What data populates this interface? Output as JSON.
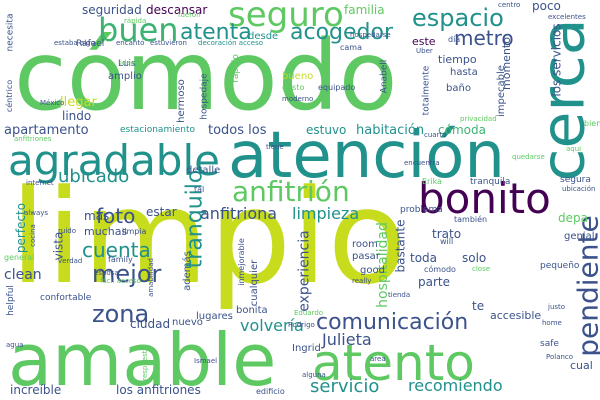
{
  "palette": {
    "background": "#ffffff",
    "yellow_green": "#c8dc1e",
    "light_green": "#5ec962",
    "green": "#3cb371",
    "teal": "#21918c",
    "blue": "#3b528b",
    "indigo": "#414487",
    "purple": "#440154"
  },
  "words": {
    "limpio": "limpio",
    "comodo": "cómodo",
    "atencion": "atención",
    "amable": "amable",
    "atento": "atento",
    "agradable": "agradable",
    "cerca": "cerca",
    "bonito": "bonito",
    "seguro": "seguro",
    "espacio": "espacio",
    "buen": "buen",
    "anfitrion": "anfitrión",
    "atenta": "atenta",
    "acogedor": "acogedor",
    "metro": "metro",
    "ubicado": "ubicado",
    "tranquilo": "tranquilo",
    "pendiente": "pendiente",
    "comunicacion": "comunicación",
    "zona": "zona",
    "mejor": "mejor",
    "cuenta": "cuenta",
    "foto": "foto",
    "anfitriona": "anfitriona",
    "limpieza": "limpieza",
    "servicio": "servicio",
    "recomiendo": "recomiendo",
    "volveria": "volvería",
    "julieta": "Julieta",
    "hospitalidad": "hospitalidad",
    "experiencia": "experiencia",
    "apartamento": "apartamento",
    "habitacion": "habitación",
    "seguridad": "seguridad",
    "descansar": "descansar",
    "familia": "familia",
    "poco": "poco",
    "estuvo": "estuvo",
    "todos_los": "todos los",
    "comoda": "cómoda",
    "llegar": "llegar",
    "lindo": "lindo",
    "amplio": "amplio",
    "bueno": "bueno",
    "hermoso": "hermoso",
    "estacionamiento": "estacionamiento",
    "impecable": "impecable",
    "tiempo": "tiempo",
    "hasta": "hasta",
    "bano": "baño",
    "momento": "momento",
    "los_servicios": "los servicios",
    "este": "este",
    "desde": "desde",
    "luis": "Luis",
    "rafael": "Rafael",
    "mas": "más",
    "muchas": "muchas",
    "estar": "estar",
    "vista": "vista",
    "clean": "clean",
    "perfecto": "perfecto",
    "ciudad": "ciudad",
    "nuevo": "nuevo",
    "lugares": "lugares",
    "bonita": "bonita",
    "los_anfitriones": "los anfitriones",
    "increible": "increíble",
    "confortable": "confortable",
    "trato": "trato",
    "toda": "toda",
    "parte": "parte",
    "solo": "solo",
    "depa": "depa",
    "room": "room",
    "pasar": "pasar",
    "good": "good",
    "genial": "genial",
    "accesible": "accesible",
    "te": "te",
    "cual": "cual",
    "ingrid": "Ingrid",
    "detalle": "detalle",
    "tiene": "tiene",
    "family": "family",
    "bastante": "bastante",
    "erika": "Erika",
    "tranquila": "tranquila",
    "segura": "segura",
    "pequeno": "pequeño",
    "comodo_small": "cómodo",
    "problema": "problema",
    "tambien": "también",
    "cama": "cama",
    "privacidad": "privacidad",
    "totalmente": "totalmente",
    "anabell": "Anabell",
    "necesita": "necesita",
    "rapida": "rápida",
    "fueron": "fueron",
    "excelentes": "excelentes",
    "centrico": "céntrico",
    "mexico": "México",
    "hospedarse": "hospedarse",
    "equipado": "equipado",
    "moderno": "moderno",
    "gusto": "gusto",
    "ideal": "ideal",
    "centro": "centro",
    "will": "will",
    "really": "really",
    "cocina": "cocina",
    "always": "always",
    "internet": "internet",
    "ruido": "ruido",
    "helpful": "helpful",
    "general": "general",
    "agua": "agua",
    "edificio": "edificio",
    "respuesta": "respuesta",
    "ismael": "Ismael",
    "rodrigo": "Rodrigo",
    "eduardo": "Eduardo",
    "alguna": "alguna",
    "area": "area",
    "safe": "safe",
    "polanco": "Polanco",
    "close": "close",
    "home": "home",
    "justo": "justo",
    "ubicacion": "ubicación",
    "amabilidad": "amabilidad",
    "inmejorable": "inmejorable",
    "ademas": "además",
    "cualquier": "cualquier",
    "facil_acceso": "fácil acceso",
    "esposa": "esposa",
    "verdad": "verdad",
    "limpia": "limpia",
    "hospedaje": "hospedaje",
    "rapido": "rápido",
    "vista_small": "vista",
    "tal": "tal",
    "cuarto": "cuarto",
    "aqui": "aqui",
    "encuentra": "encuentra",
    "quedarse": "quedarse",
    "tienda": "tienda",
    "decoracion_acceso": "decoración acceso",
    "estuvieron": "estuvieron",
    "encanto": "encantó",
    "estaba_algo": "estaba algo",
    "anfitriones": "anfitriones",
    "dia": "día",
    "uber": "Uber",
    "bien": "bien"
  }
}
